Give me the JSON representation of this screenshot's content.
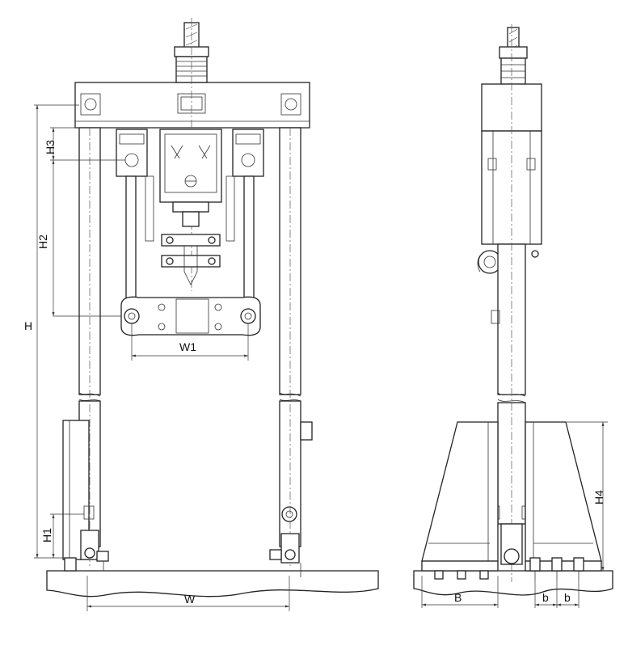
{
  "front_view": {
    "labels": {
      "H": "H",
      "H1": "H1",
      "H2": "H2",
      "H3": "H3",
      "W": "W",
      "W1": "W1"
    }
  },
  "side_view": {
    "labels": {
      "H4": "H4",
      "B": "B",
      "b1": "b",
      "b2": "b"
    }
  }
}
